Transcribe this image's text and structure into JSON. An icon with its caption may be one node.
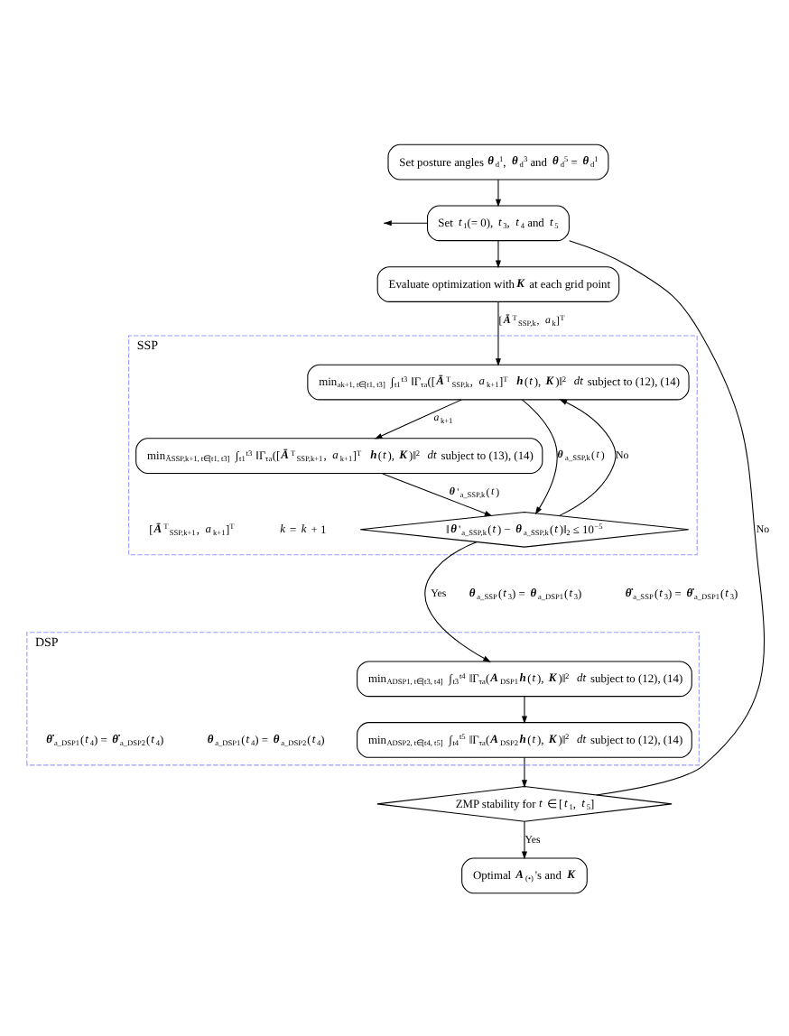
{
  "diagram": {
    "nodes": [
      {
        "text": [
          "Set posture angles **θ**$_{d}$$^{1}$, **θ**$_{d}$$^{3}$ and **θ**$_{d}$$^{5}$ = **θ**$_{d}$$^{1}$"
        ]
      },
      {
        "text": [
          "Set *t*$_{1}$(= 0), *t*$_{3}$, *t*$_{4}$ and *t*$_{5}$"
        ]
      },
      {
        "text": [
          "Evaluate optimization with **K** at each grid point"
        ]
      },
      {
        "text": [
          "SSP"
        ]
      },
      {
        "text": [
          "min$_{ak+1, t∈[t1, t3]}$ ∫$_{t1}$$^{t3}$ ‖Γ$_{τa}$([**Ā**$^{T}$$_{SSP,k}$, *a*$_{k+1}$]$^{T}$ **h**(*t*), **K**)‖$^{2}$ *dt* subject to (12), (14)"
        ],
        "in": 3
      },
      {
        "text": [
          "min$_{ĀSSP,k+1, t∈[t1, t3]}$ ∫$_{t1}$$^{t3}$ ‖Γ$_{τa}$([**Ā**$^{T}$$_{SSP,k+1}$, *a*$_{k+1}$]$^{T}$ **h**(*t*), **K**)‖$^{2}$ *dt* subject to (13), (14)"
        ],
        "in": 3
      },
      {
        "text": [
          "‖**θ**'$_{a_SSP,k}$(*t*) − **θ**$_{a_SSP,k}$(*t*)‖$_{2}$ ≤ 10$^{−5}$"
        ],
        "in": 3
      },
      {
        "text": [
          "DSP"
        ]
      },
      {
        "text": [
          "min$_{ADSP1, t∈[t3, t4]}$ ∫$_{t3}$$^{t4}$ ‖Γ$_{τa}$(**A**$_{DSP1}$**h**(*t*), **K**)‖$^{2}$ *dt* subject to (12), (14)"
        ],
        "in": 7
      },
      {
        "text": [
          "min$_{ADSP2, t∈[t4, t5]}$ ∫$_{t4}$$^{t5}$ ‖Γ$_{τa}$(**A**$_{DSP2}$**h**(*t*), **K**)‖$^{2}$ *dt* subject to (12), (14)"
        ],
        "in": 7
      },
      {
        "text": [
          "ZMP stability for *t* ∈ [*t*$_{1}$, *t*$_{5}$]"
        ]
      },
      {
        "text": [
          "Optimal **A**$_{(•)}$'s and **K**"
        ]
      }
    ],
    "edges": [
      {
        "from": 0,
        "to": 1,
        "arrow": "to"
      },
      {
        "from": 1,
        "to": null,
        "arrow": "to"
      },
      {
        "from": 1,
        "to": 2,
        "arrow": "to"
      },
      {
        "from": 2,
        "to": 4,
        "arrow": "to",
        "label": "[**Ā**$^{T}$$_{SSP,k}$, *a*$_{k}$]$^{T}$"
      },
      {
        "from": 4,
        "to": 5,
        "arrow": "to",
        "label": "*a*$_{k+1}$"
      },
      {
        "from": 5,
        "to": 6,
        "arrow": "to",
        "label": "**θ**'$_{a_SSP,k}$(*t*)"
      },
      {
        "from": 4,
        "to": 6,
        "arrow": "to",
        "label": "**θ**$_{a_SSP,k}$(*t*)"
      },
      {
        "from": 6,
        "to": 4,
        "arrow": "to",
        "label": "No"
      },
      {
        "from": 6,
        "to": 8,
        "arrow": "to",
        "label": "Yes"
      },
      {
        "from": 8,
        "to": 9,
        "arrow": "to"
      },
      {
        "from": 9,
        "to": 10,
        "arrow": "to"
      },
      {
        "from": 10,
        "to": 11,
        "arrow": "to",
        "label": "Yes"
      },
      {
        "from": 10,
        "to": 1,
        "arrow": "none",
        "label": "No"
      }
    ],
    "labels": [
      "*k* = *k* + 1",
      "[**Ā**$^{T}$$_{SSP,k+1}$, *a*$_{k+1}$]$^{T}$",
      "**θ**$_{a_SSP}$(*t*$_{3}$) = **θ**$_{a_DSP1}$(*t*$_{3}$)",
      "**θ̇**$_{a_SSP}$(*t*$_{3}$) = **θ̇**$_{a_DSP1}$(*t*$_{3}$)",
      "**θ**$_{a_DSP1}$(*t*$_{4}$) = **θ**$_{a_DSP2}$(*t*$_{4}$)",
      "**θ̇**$_{a_DSP1}$(*t*$_{4}$) = **θ̇**$_{a_DSP2}$(*t*$_{4}$)"
    ]
  }
}
